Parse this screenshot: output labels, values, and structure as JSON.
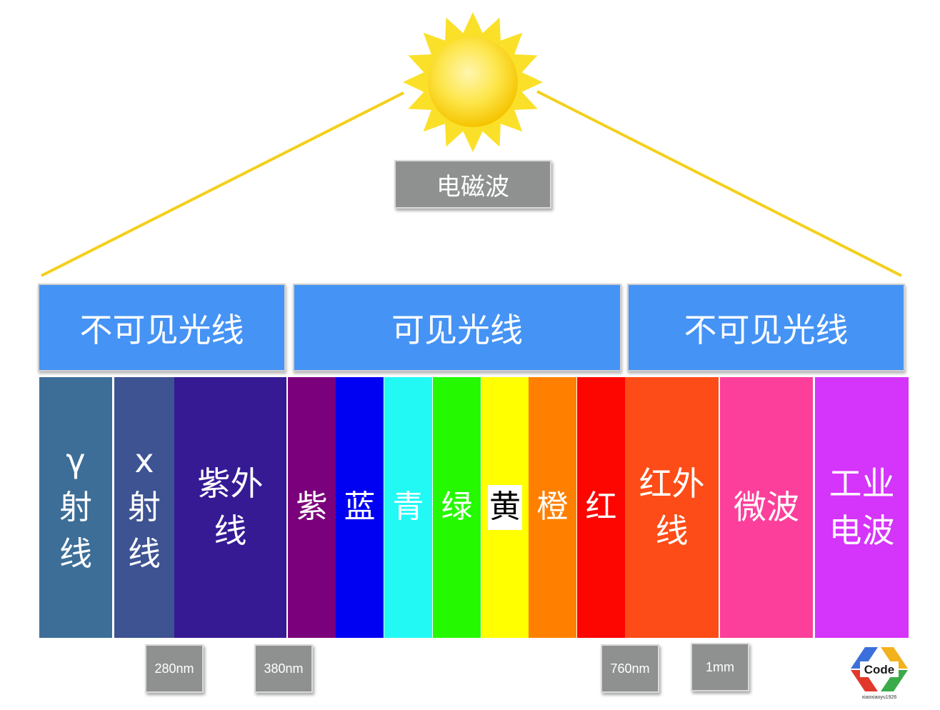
{
  "title": "电磁波",
  "headers": [
    {
      "label": "不可见光线"
    },
    {
      "label": "可见光线"
    },
    {
      "label": "不可见光线"
    }
  ],
  "bands": [
    {
      "label": "γ\n射\n线",
      "color": "#3d6e97"
    },
    {
      "label": "x\n射\n线",
      "color": "#3d5392"
    },
    {
      "label": "紫外\n线",
      "color": "#351a94"
    },
    {
      "label": "紫",
      "color": "#7b007b"
    },
    {
      "label": "蓝",
      "color": "#0000f2"
    },
    {
      "label": "青",
      "color": "#22f9f5"
    },
    {
      "label": "绿",
      "color": "#25f900"
    },
    {
      "label": "黄",
      "color": "#ffff00"
    },
    {
      "label": "橙",
      "color": "#ff8000"
    },
    {
      "label": "红",
      "color": "#fd0500"
    },
    {
      "label": "红外\n线",
      "color": "#fd4c17"
    },
    {
      "label": "微波",
      "color": "#fc3f9b"
    },
    {
      "label": "工业\n电波",
      "color": "#d534fa"
    }
  ],
  "markers": [
    {
      "label": "280nm"
    },
    {
      "label": "380nm"
    },
    {
      "label": "760nm"
    },
    {
      "label": "1mm"
    }
  ],
  "logo": {
    "text": "Code",
    "subtext": "xiaoxiaoyu1926"
  },
  "colors": {
    "sun": "#fbe02a",
    "header": "#4593f5",
    "label_gray": "#8e9190"
  }
}
